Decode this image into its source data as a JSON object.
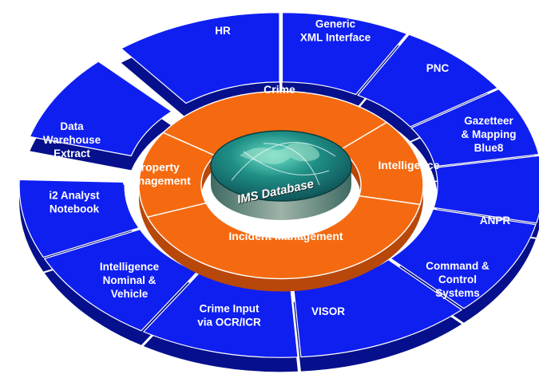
{
  "core": {
    "label": "IMS Database"
  },
  "outer_ring": [
    {
      "id": "hr",
      "lines": [
        "HR"
      ]
    },
    {
      "id": "generic-xml-interface",
      "lines": [
        "Generic",
        "XML Interface"
      ]
    },
    {
      "id": "pnc",
      "lines": [
        "PNC"
      ]
    },
    {
      "id": "gazetteer-mapping",
      "lines": [
        "Gazetteer",
        "& Mapping",
        "Blue8"
      ]
    },
    {
      "id": "anpr",
      "lines": [
        "ANPR"
      ]
    },
    {
      "id": "command-control",
      "lines": [
        "Command &",
        "Control",
        "Systems"
      ]
    },
    {
      "id": "visor",
      "lines": [
        "VISOR"
      ]
    },
    {
      "id": "crime-input",
      "lines": [
        "Crime Input",
        "via OCR/ICR"
      ]
    },
    {
      "id": "intelligence-nominal",
      "lines": [
        "Intelligence",
        "Nominal &",
        "Vehicle"
      ]
    },
    {
      "id": "i2-analyst",
      "lines": [
        "i2 Analyst",
        "Notebook"
      ]
    },
    {
      "id": "data-warehouse",
      "lines": [
        "Data",
        "Warehouse",
        "Extract"
      ]
    }
  ],
  "inner_ring": [
    {
      "id": "crime",
      "lines": [
        "Crime"
      ]
    },
    {
      "id": "intelligence",
      "lines": [
        "Intelligence"
      ]
    },
    {
      "id": "incident-management",
      "lines": [
        "Incident Management"
      ]
    },
    {
      "id": "property-management",
      "lines": [
        "Property",
        "Management"
      ]
    }
  ],
  "colors": {
    "outer_fill": "#0f1ff0",
    "outer_side": "#06108c",
    "inner_fill": "#f56a10",
    "inner_side": "#b8470a",
    "divider": "#ffffff",
    "core_top": "#1c8a86",
    "core_side": "#0a4a48"
  }
}
